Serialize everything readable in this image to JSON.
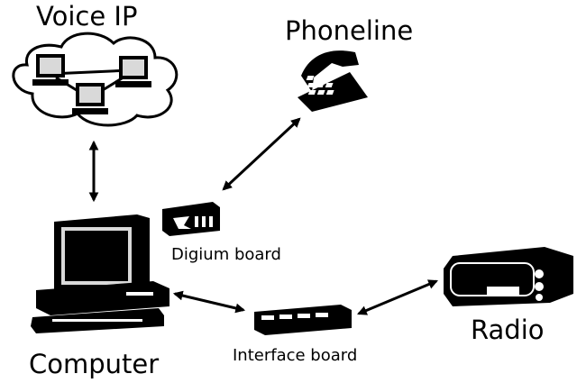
{
  "labels": {
    "voice_ip": "Voice IP",
    "phoneline": "Phoneline",
    "digium_board": "Digium board",
    "computer": "Computer",
    "interface_board": "Interface board",
    "radio": "Radio"
  },
  "colors": {
    "ink": "#000000",
    "paper": "#ffffff",
    "screen": "#d9d9d9"
  },
  "icons": [
    "cloud-network-icon",
    "telephone-icon",
    "desktop-computer-icon",
    "digium-card-icon",
    "interface-board-icon",
    "radio-transceiver-icon"
  ]
}
